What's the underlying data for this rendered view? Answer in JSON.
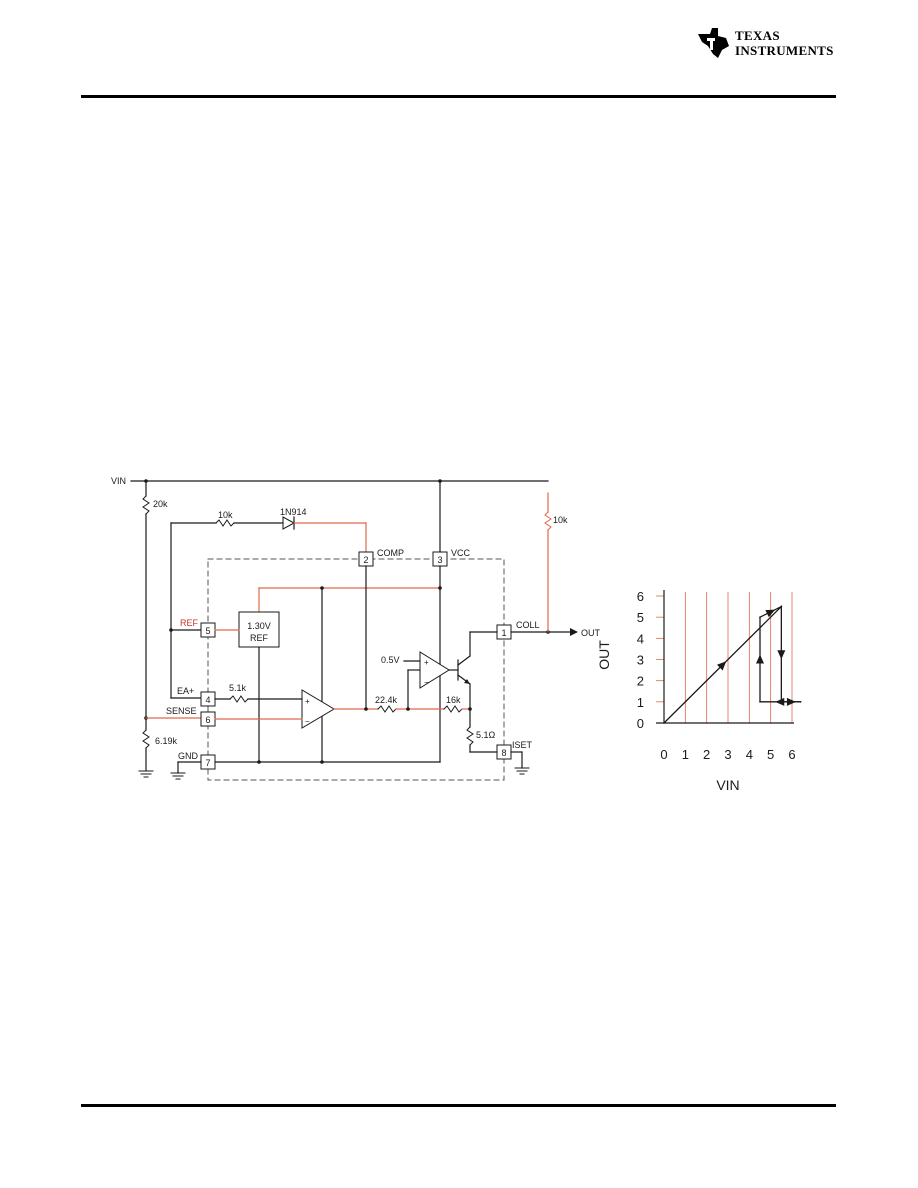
{
  "header": {
    "logo_line1": "TEXAS",
    "logo_line2": "INSTRUMENTS"
  },
  "colors": {
    "black_wire": "#1a1a1a",
    "red_wire": "#e0674e",
    "pin_label_red": "#c0392b"
  },
  "schematic": {
    "vin_label": "VIN",
    "r_top": "20k",
    "r_bottom": "6.19k",
    "r_feedback": "10k",
    "diode": "1N914",
    "r_pullup": "10k",
    "comp_label": "COMP",
    "vcc_label": "VCC",
    "ref_block_line1": "1.30V",
    "ref_block_line2": "REF",
    "ref_label": "REF",
    "ea_plus_label": "EA+",
    "sense_label": "SENSE",
    "gnd_label": "GND",
    "coll_label": "COLL",
    "out_label": "OUT",
    "iset_label": "ISET",
    "r_ea": "5.1k",
    "r_mid": "22.4k",
    "r_base": "16k",
    "r_emitter": "5.1Ω",
    "vth_label": "0.5V",
    "pins": [
      "5",
      "4",
      "6",
      "7",
      "2",
      "3",
      "1",
      "8"
    ]
  },
  "chart_data": {
    "type": "line",
    "title": "",
    "xlabel": "VIN",
    "ylabel": "OUT",
    "x_ticks": [
      "0",
      "1",
      "2",
      "3",
      "4",
      "5",
      "6"
    ],
    "y_ticks": [
      "0",
      "1",
      "2",
      "3",
      "4",
      "5",
      "6"
    ],
    "xlim": [
      0,
      6
    ],
    "ylim": [
      0,
      6
    ],
    "series": [
      {
        "x": [
          0,
          5.5,
          5.5,
          6.4
        ],
        "y": [
          0,
          5.5,
          1,
          1
        ]
      },
      {
        "x": [
          6.4,
          4.5,
          4.5,
          5.5
        ],
        "y": [
          1,
          1,
          5,
          5.5
        ]
      }
    ]
  }
}
